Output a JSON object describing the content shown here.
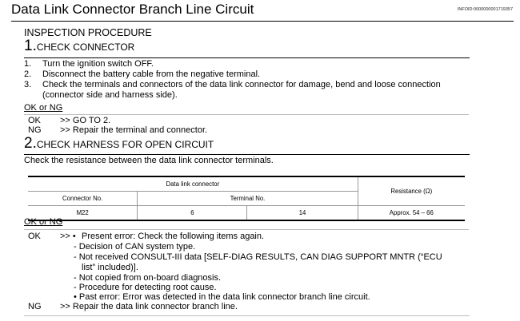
{
  "title": "Data Link Connector Branch Line Circuit",
  "info_id": "INFOID:0000000001719357",
  "procedure_heading": "INSPECTION PROCEDURE",
  "step1": {
    "number": "1.",
    "heading": "CHECK CONNECTOR",
    "items": [
      {
        "n": "1.",
        "text": "Turn the ignition switch OFF."
      },
      {
        "n": "2.",
        "text": "Disconnect the battery cable from the negative terminal."
      },
      {
        "n": "3.",
        "text": "Check the terminals and connectors of the data link connector for damage, bend and loose connection",
        "cont": "(connector side and harness side)."
      }
    ],
    "ok_ng": "OK or NG",
    "ok_label": "OK",
    "ok_text": ">> GO TO 2.",
    "ng_label": "NG",
    "ng_text": ">> Repair the terminal and connector."
  },
  "step2": {
    "number": "2.",
    "heading": "CHECK HARNESS FOR OPEN CIRCUIT",
    "instruction": "Check the resistance between the data link connector terminals.",
    "table": {
      "group_header": "Data link connector",
      "col_connector": "Connector No.",
      "col_terminal": "Terminal No.",
      "col_resistance": "Resistance (Ω)",
      "row": {
        "connector": "M22",
        "terminal_a": "6",
        "terminal_b": "14",
        "resistance": "Approx. 54 – 66"
      }
    },
    "ok_ng": "OK or NG",
    "ok_label": "OK",
    "ok_arrow": ">> •",
    "ok_lines": [
      "Present error: Check the following items again.",
      "- Decision of CAN system type.",
      "- Not received CONSULT-III data [SELF-DIAG RESULTS, CAN DIAG SUPPORT MNTR (“ECU",
      "list” included)].",
      "- Not copied from on-board diagnosis.",
      "- Procedure for detecting root cause.",
      "• Past error: Error was detected in the data link connector branch line circuit."
    ],
    "ng_label": "NG",
    "ng_text": ">> Repair the data link connector branch line."
  }
}
